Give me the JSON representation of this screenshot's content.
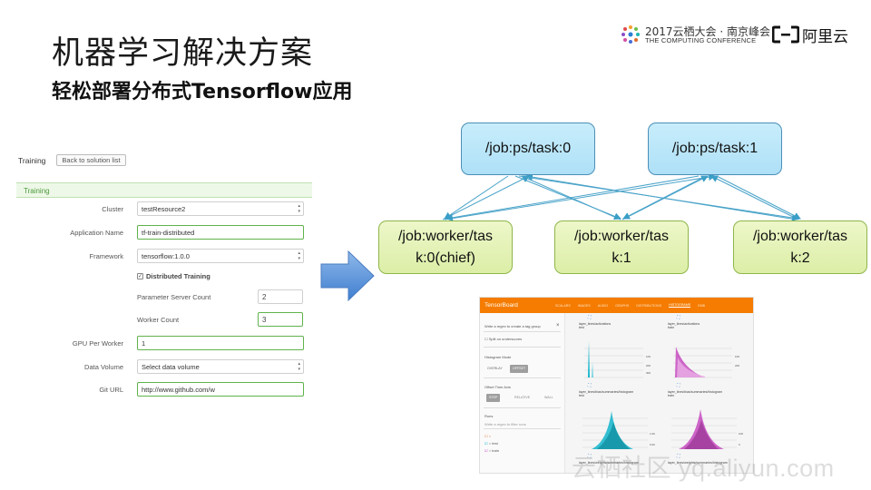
{
  "slide": {
    "title": "机器学习解决方案",
    "subtitle": "轻松部署分布式Tensorflow应用"
  },
  "logos": {
    "conference_line1": "2017云栖大会 · 南京峰会",
    "conference_line2": "THE COMPUTING CONFERENCE",
    "aliyun": "阿里云"
  },
  "form": {
    "crumb_label": "Training",
    "back_button": "Back to solution list",
    "section_title": "Training",
    "cluster_label": "Cluster",
    "cluster_value": "testResource2",
    "app_name_label": "Application Name",
    "app_name_value": "tf-train-distributed",
    "framework_label": "Framework",
    "framework_value": "tensorflow:1.0.0",
    "distributed_checkbox": "Distributed Training",
    "ps_count_label": "Parameter Server Count",
    "ps_count_value": "2",
    "worker_count_label": "Worker Count",
    "worker_count_value": "3",
    "gpu_label": "GPU Per Worker",
    "gpu_value": "1",
    "volume_label": "Data Volume",
    "volume_value": "Select data volume",
    "git_label": "Git URL",
    "git_value": "http://www.github.com/w"
  },
  "diagram": {
    "ps_nodes": [
      "/job:ps/task:0",
      "/job:ps/task:1"
    ],
    "worker_nodes": [
      {
        "line1": "/job:worker/tas",
        "line2": "k:0(chief)"
      },
      {
        "line1": "/job:worker/tas",
        "line2": "k:1"
      },
      {
        "line1": "/job:worker/tas",
        "line2": "k:2"
      }
    ]
  },
  "tensorboard": {
    "logo": "TensorBoard",
    "tabs": [
      "SCALARS",
      "IMAGES",
      "AUDIO",
      "GRAPHS",
      "DISTRIBUTIONS",
      "HISTOGRAMS",
      "EMB"
    ],
    "active_tab": "HISTOGRAMS",
    "regex_placeholder": "Write a regex to create a tag group",
    "split_label": "Split on underscores",
    "histogram_mode_label": "Histogram Mode",
    "mode_overlay": "OVERLAY",
    "mode_offset": "OFFSET",
    "time_axis_label": "Offset Time Axis",
    "axis_step": "STEP",
    "axis_relative": "RELATIVE",
    "axis_wall": "WALL",
    "runs_label": "Runs",
    "runs_filter": "Write a regex to filter runs",
    "run_test": "test",
    "run_train": "train",
    "cards": [
      {
        "title": "layer_lines/activations",
        "run": "test"
      },
      {
        "title": "layer_lines/activations",
        "run": "train"
      },
      {
        "title": "layer_lines/bias/summaries/histogram",
        "run": "test"
      },
      {
        "title": "layer_lines/bias/summaries/histogram",
        "run": "train"
      },
      {
        "title": "layer_lines/weights/summaries/histogram",
        "run": ""
      },
      {
        "title": "layer_lines/weights/summaries/histogram",
        "run": ""
      }
    ],
    "colors": {
      "header": "#f57c00",
      "test": "#12b5cb",
      "train": "#c54bbf"
    }
  },
  "watermark": "云栖社区 yq.aliyun.com"
}
